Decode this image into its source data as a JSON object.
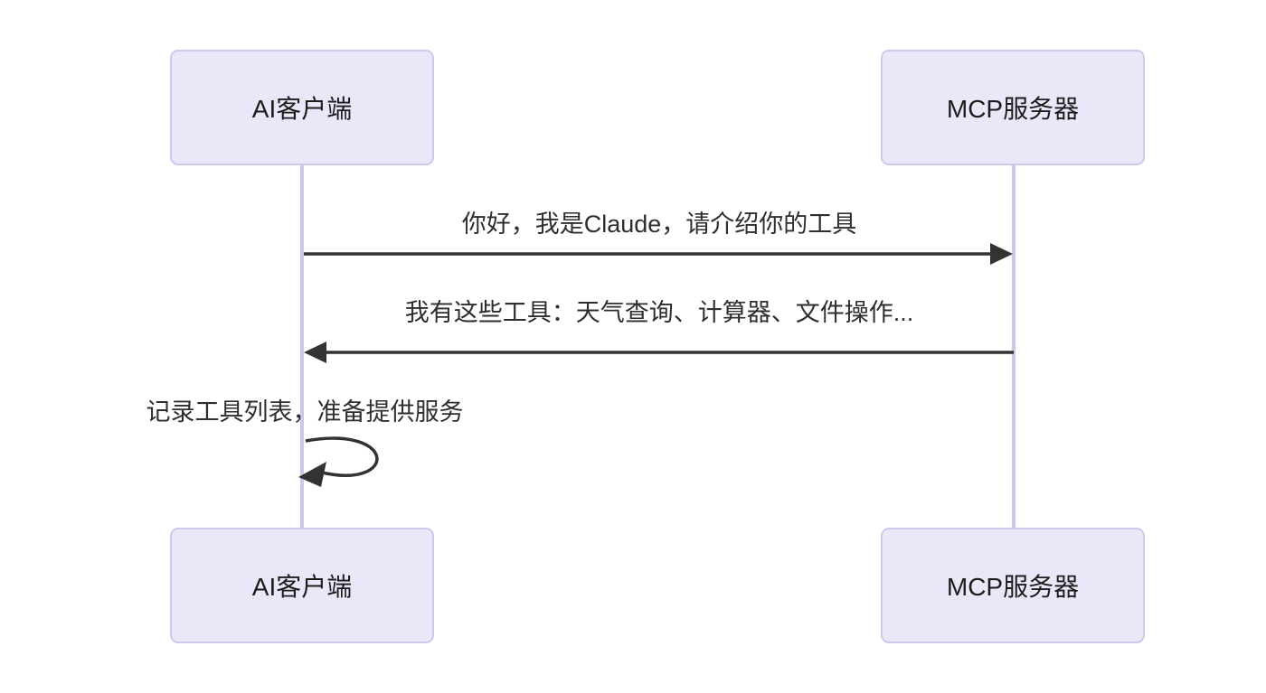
{
  "diagram": {
    "type": "sequence-diagram",
    "background": "#ffffff",
    "actors": [
      {
        "id": "ai-client",
        "label": "AI客户端"
      },
      {
        "id": "mcp-server",
        "label": "MCP服务器"
      }
    ],
    "messages": [
      {
        "from": "ai-client",
        "to": "mcp-server",
        "text": "你好，我是Claude，请介绍你的工具",
        "line": "solid",
        "arrow": "filled-right"
      },
      {
        "from": "mcp-server",
        "to": "ai-client",
        "text": "我有这些工具：天气查询、计算器、文件操作...",
        "line": "solid",
        "arrow": "filled-left"
      },
      {
        "from": "ai-client",
        "to": "ai-client",
        "text": "记录工具列表，准备提供服务",
        "line": "self-loop",
        "arrow": "filled-left"
      }
    ],
    "colors": {
      "actor_fill": "#eae8f8",
      "actor_border": "#cfc8ee",
      "lifeline": "#ccc8ea",
      "arrow": "#333333",
      "text": "#2e2e2e"
    }
  }
}
